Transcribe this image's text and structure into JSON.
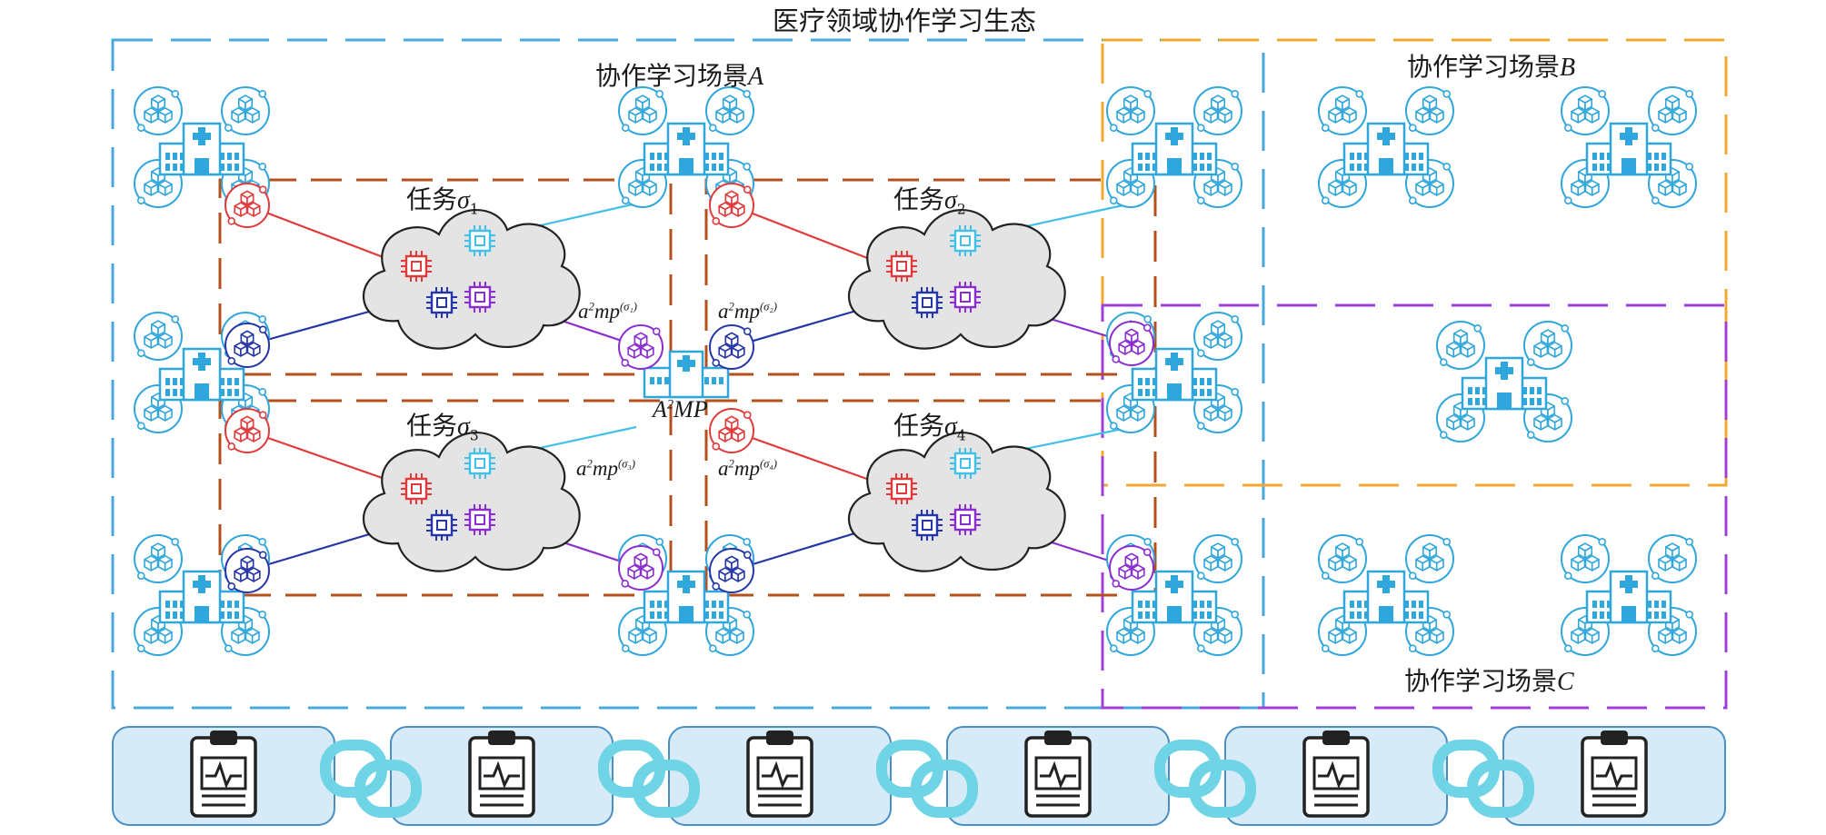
{
  "diagram": {
    "title": "医疗领域协作学习生态",
    "scenarios": {
      "a": {
        "text": "协作学习场景",
        "letter": "A",
        "color": "#4aa8e0"
      },
      "b": {
        "text": "协作学习场景",
        "letter": "B",
        "color": "#f0a830"
      },
      "c": {
        "text": "协作学习场景",
        "letter": "C",
        "color": "#a040d8"
      }
    },
    "tasks": [
      {
        "prefix": "任务",
        "symbol": "σ",
        "sub": "1"
      },
      {
        "prefix": "任务",
        "symbol": "σ",
        "sub": "2"
      },
      {
        "prefix": "任务",
        "symbol": "σ",
        "sub": "3"
      },
      {
        "prefix": "任务",
        "symbol": "σ",
        "sub": "4"
      }
    ],
    "mp_labels": [
      {
        "base": "a",
        "exp": "2",
        "mid": "mp",
        "sup": "(σ₁)"
      },
      {
        "base": "a",
        "exp": "2",
        "mid": "mp",
        "sup": "(σ₂)"
      },
      {
        "base": "a",
        "exp": "2",
        "mid": "mp",
        "sup": "(σ₃)"
      },
      {
        "base": "a",
        "exp": "2",
        "mid": "mp",
        "sup": "(σ₄)"
      }
    ],
    "platform": {
      "base": "A",
      "exp": "2",
      "rest": "MP"
    },
    "colors": {
      "hospital": "#2fa6dc",
      "task_border": "#b5501a",
      "red": "#e03a3a",
      "blue": "#2536a8",
      "purple": "#8a2ed0",
      "cyan": "#42c0e8",
      "cloud": "#e4e4e4",
      "chain_block": "#d6eaf8",
      "chain_link": "#6fd4e6"
    },
    "icons": [
      "hospital-icon",
      "data-cube-icon",
      "chip-icon",
      "cloud-icon",
      "clipboard-record-icon",
      "chain-link-icon"
    ]
  }
}
